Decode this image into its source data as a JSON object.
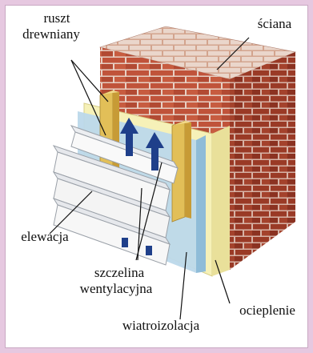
{
  "labels": {
    "ruszt_line1": "ruszt",
    "ruszt_line2": "drewniany",
    "sciana": "ściana",
    "elewacja": "elewacja",
    "szczelina_line1": "szczelina",
    "szczelina_line2": "wentylacyjna",
    "ocieplenie": "ocieplenie",
    "wiatroizolacja": "wiatroizolacja"
  },
  "colors": {
    "background": "#e6c8e0",
    "brick": "#c0533a",
    "brick_dark": "#8f3422",
    "mortar": "#e7d0c4",
    "insulation": "#f6f1b8",
    "wind_barrier": "#bcd8ea",
    "batten": "#e2bf58",
    "siding": "#f3f3f3",
    "arrow": "#1f3f8a"
  }
}
